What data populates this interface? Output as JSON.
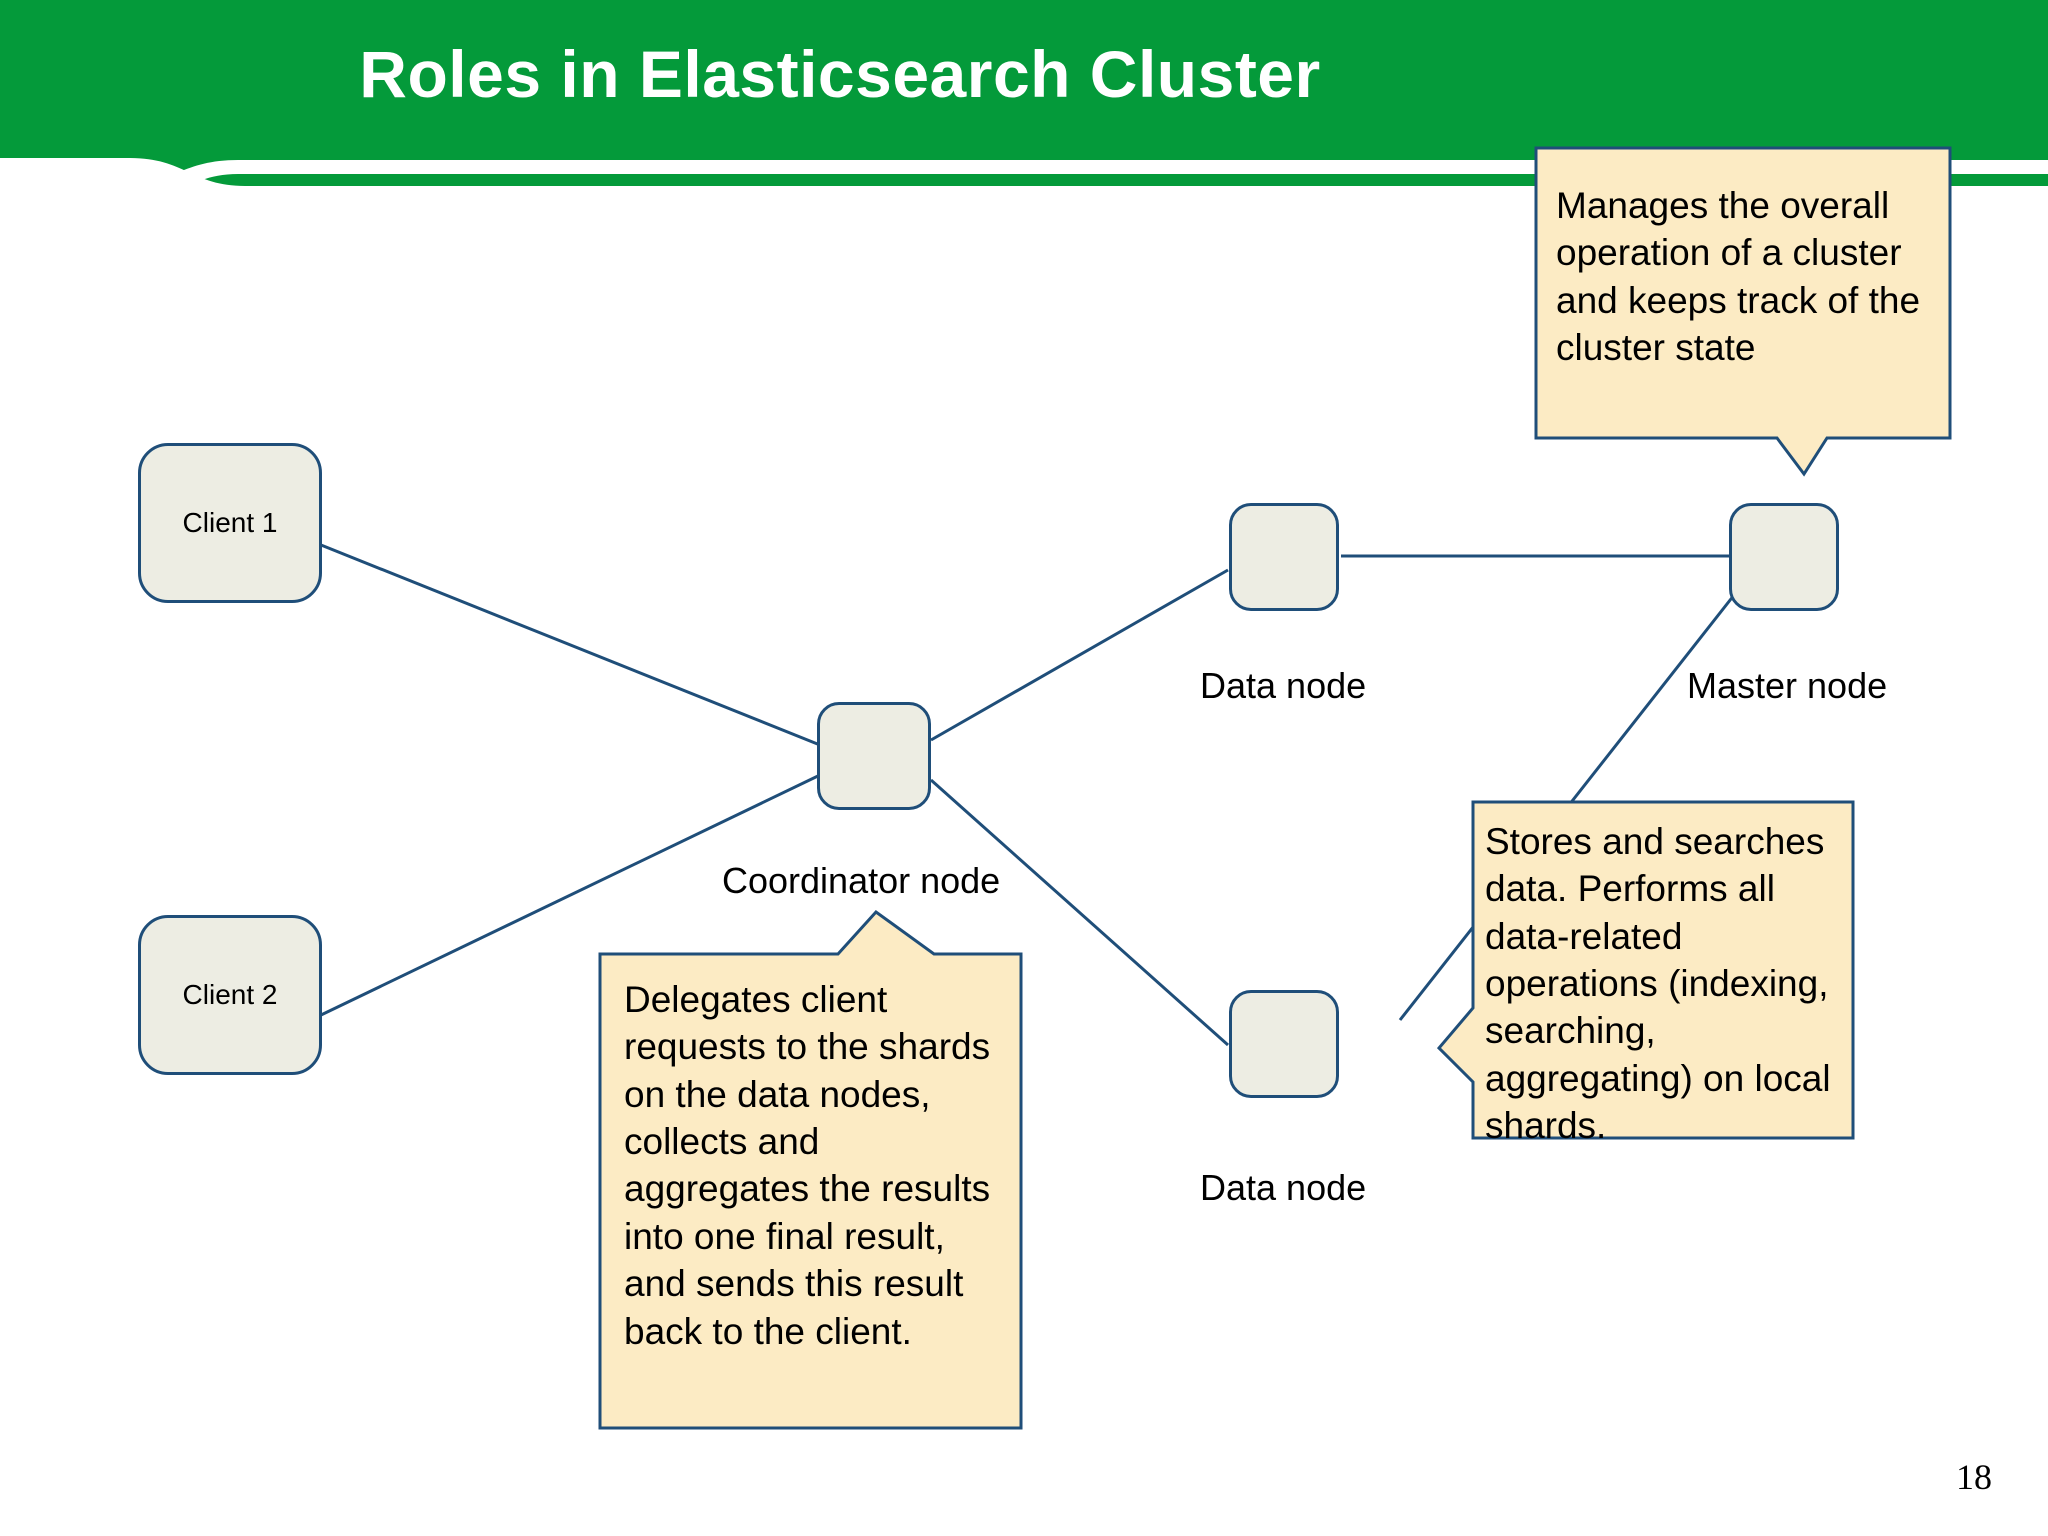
{
  "slide": {
    "title": "Roles in Elasticsearch Cluster",
    "page_number": "18",
    "colors": {
      "header_green": "#049A3A",
      "callout_fill": "#FCEBC4",
      "callout_border": "#1F4E79",
      "node_fill": "#EDEDE3",
      "node_border": "#1F4E79",
      "connector": "#1F4E79"
    }
  },
  "nodes": [
    {
      "id": "client1",
      "label": "Client 1",
      "caption": ""
    },
    {
      "id": "client2",
      "label": "Client 2",
      "caption": ""
    },
    {
      "id": "coordinator",
      "label": "",
      "caption": "Coordinator node"
    },
    {
      "id": "datanode_top",
      "label": "",
      "caption": "Data node"
    },
    {
      "id": "datanode_bottom",
      "label": "",
      "caption": "Data node"
    },
    {
      "id": "master",
      "label": "",
      "caption": "Master node"
    }
  ],
  "captions": {
    "coordinator": "Coordinator node",
    "data_node_top": "Data node",
    "data_node_bottom": "Data node",
    "master_node": "Master node"
  },
  "callouts": {
    "master": "Manages the overall operation of a cluster and keeps track of the cluster state",
    "coordinator": "Delegates client requests to the shards on the data nodes, collects and aggregates the results into one final result, and sends this result back to the client.",
    "data": "Stores and searches data. Performs all data-related operations (indexing, searching, aggregating) on local shards."
  },
  "connections": [
    {
      "from": "client1",
      "to": "coordinator"
    },
    {
      "from": "client2",
      "to": "coordinator"
    },
    {
      "from": "coordinator",
      "to": "datanode_top"
    },
    {
      "from": "coordinator",
      "to": "datanode_bottom"
    },
    {
      "from": "datanode_top",
      "to": "master"
    },
    {
      "from": "datanode_bottom",
      "to": "master"
    }
  ]
}
